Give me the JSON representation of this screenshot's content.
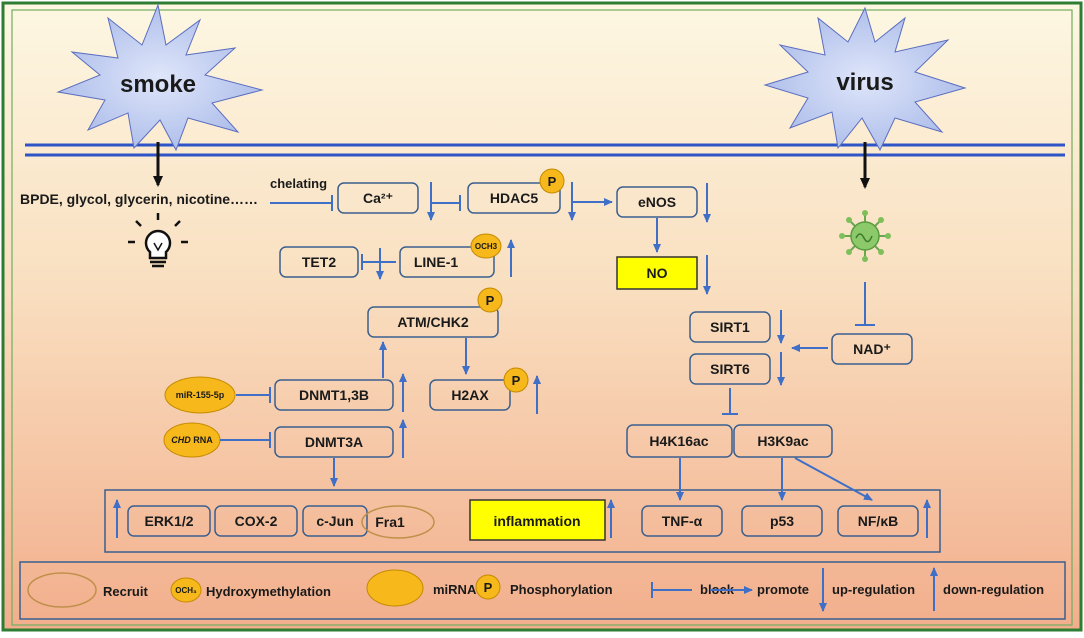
{
  "stimuli": {
    "smoke": "smoke",
    "virus": "virus"
  },
  "compounds": "BPDE, glycol, glycerin, nicotine……",
  "chelating": "chelating",
  "nodes": {
    "ca": "Ca²⁺",
    "hdac5": "HDAC5",
    "enos": "eNOS",
    "tet2": "TET2",
    "line1": "LINE-1",
    "no": "NO",
    "atm_chk2": "ATM/CHK2",
    "sirt1": "SIRT1",
    "nad": "NAD⁺",
    "sirt6": "SIRT6",
    "dnmt1_3b": "DNMT1,3B",
    "h2ax": "H2AX",
    "dnmt3a": "DNMT3A",
    "h4k16ac": "H4K16ac",
    "h3k9ac": "H3K9ac",
    "erk": "ERK1/2",
    "cox2": "COX-2",
    "cjun": "c-Jun",
    "fra1": "Fra1",
    "inflammation": "inflammation",
    "tnf": "TNF-α",
    "p53": "p53",
    "nfkb": "NF/κB"
  },
  "modifiers": {
    "mir155": "miR-155-5p",
    "chd_italic": "CHD",
    "chd_rna": " RNA",
    "p": "P",
    "och3": "OCH3"
  },
  "legend": {
    "recruit": "Recruit",
    "och3_symbol": "OCH₃",
    "hydroxymethylation": "Hydroxymethylation",
    "mirna": "miRNA",
    "p_symbol": "P",
    "phosphorylation": "Phosphorylation",
    "block": "block",
    "promote": "promote",
    "up_regulation": "up-regulation",
    "down_regulation": "down-regulation"
  },
  "colors": {
    "frame": "#2e7d32",
    "background_top": "#fdf6e0",
    "background_bottom": "#f2ad8a",
    "arrow": "#3f6fc6",
    "membrane": "#2e54c8",
    "highlight": "#ffff00",
    "modifier_fill": "#f6b81a",
    "star_fill": "#c8d4f2"
  }
}
